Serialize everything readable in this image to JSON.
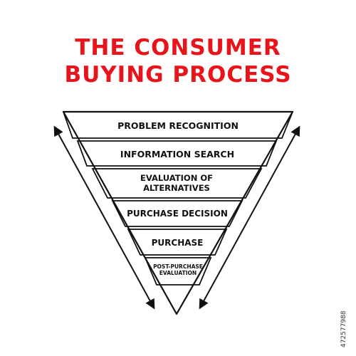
{
  "title": {
    "line1": "THE CONSUMER",
    "line2": "BUYING PROCESS"
  },
  "stages": [
    {
      "line1": "PROBLEM RECOGNITION",
      "line2": ""
    },
    {
      "line1": "INFORMATION SEARCH",
      "line2": ""
    },
    {
      "line1": "EVALUATION OF",
      "line2": "ALTERNATIVES"
    },
    {
      "line1": "PURCHASE DECISION",
      "line2": ""
    },
    {
      "line1": "PURCHASE",
      "line2": ""
    },
    {
      "line1": "POST-PURCHASE",
      "line2": "EVALUATION"
    }
  ],
  "stock_id": "472577988",
  "colors": {
    "title": "#e8141b",
    "ink": "#111111"
  }
}
